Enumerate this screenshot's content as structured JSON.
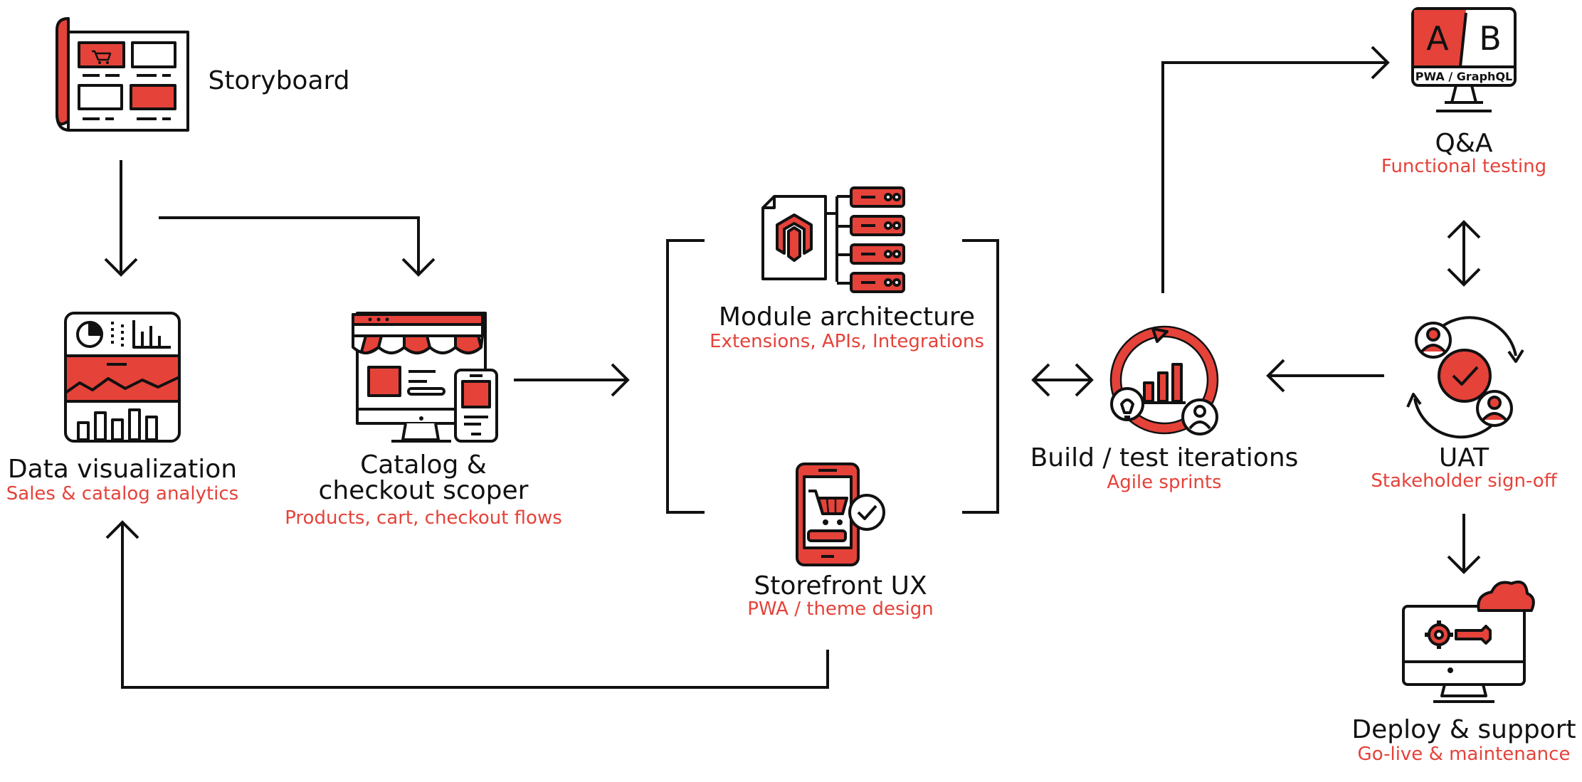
{
  "colors": {
    "accent": "#e5423a",
    "ink": "#111111",
    "bg": "#ffffff"
  },
  "nodes": {
    "storyboard": {
      "title": "Storyboard",
      "icon": "storyboard-icon"
    },
    "dataviz": {
      "title": "Data visualization",
      "subtitle": "Sales & catalog analytics",
      "icon": "dashboard-icon"
    },
    "catalog": {
      "title_line1": "Catalog &",
      "title_line2": "checkout scoper",
      "subtitle": "Products, cart, checkout flows",
      "icon": "storefront-icon"
    },
    "module": {
      "title": "Module architecture",
      "subtitle": "Extensions, APIs, Integrations",
      "icon": "magento-server-icon"
    },
    "storefront": {
      "title": "Storefront UX",
      "subtitle": "PWA / theme design",
      "icon": "mobile-cart-icon"
    },
    "build": {
      "title": "Build / test iterations",
      "subtitle": "Agile sprints",
      "icon": "iteration-cycle-icon"
    },
    "qa": {
      "title": "Q&A",
      "subtitle": "Functional testing",
      "icon": "ab-test-monitor-icon",
      "badge_a": "A",
      "badge_b": "B",
      "screen_text": "PWA / GraphQL"
    },
    "uat": {
      "title": "UAT",
      "subtitle": "Stakeholder sign-off",
      "icon": "users-check-icon"
    },
    "deploy": {
      "title": "Deploy & support",
      "subtitle": "Go-live & maintenance",
      "icon": "cloud-deploy-icon"
    }
  }
}
